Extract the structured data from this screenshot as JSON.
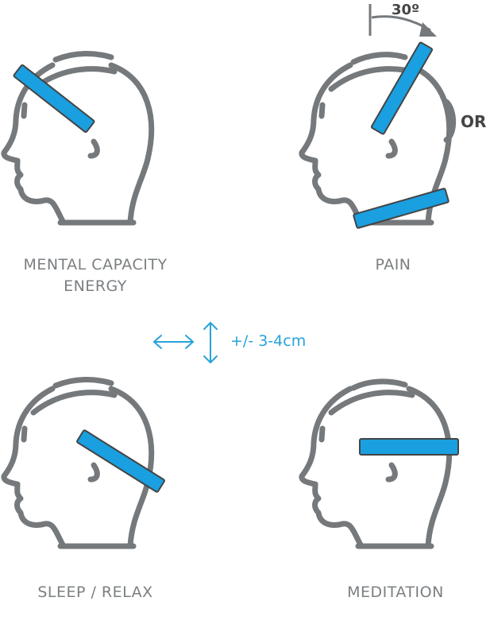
{
  "colors": {
    "outline": "#75797c",
    "band": "#1a9fe0",
    "band_border": "#444444",
    "accent": "#27a3d8"
  },
  "panels": {
    "mental": {
      "line1": "MENTAL CAPACITY",
      "line2": "ENERGY"
    },
    "pain": {
      "label": "PAIN",
      "angle": "30º",
      "or": "OR"
    },
    "sleep": {
      "label": "SLEEP / RELAX"
    },
    "meditation": {
      "label": "MEDITATION"
    }
  },
  "adjustment": {
    "text": "+/- 3-4cm"
  },
  "icons": [
    "head-profile-icon",
    "headband-icon",
    "horizontal-arrow-icon",
    "vertical-arrow-icon",
    "angle-arrow-icon"
  ]
}
